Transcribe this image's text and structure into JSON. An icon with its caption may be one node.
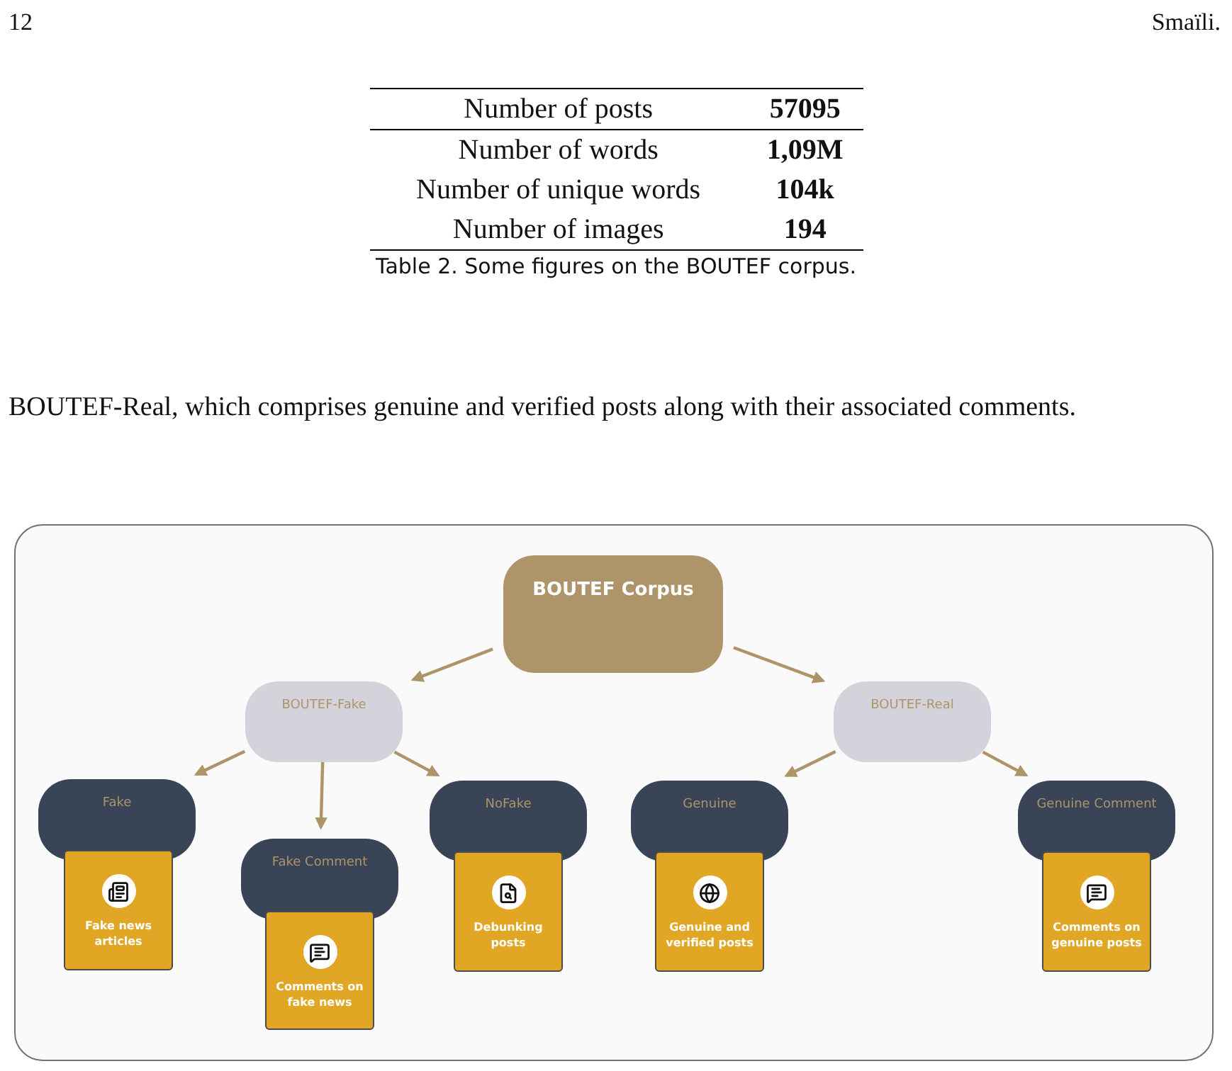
{
  "diagram": {
    "nodes": [
      {
        "text": [
          "BOUTEF Corpus"
        ]
      },
      {
        "text": [
          "BOUTEF-Fake"
        ]
      },
      {
        "text": [
          "BOUTEF-Real"
        ]
      },
      {
        "text": [
          "Fake"
        ]
      },
      {
        "text": [
          "Fake news articles"
        ]
      },
      {
        "text": [
          "Fake Comment"
        ]
      },
      {
        "text": [
          "Comments on fake news"
        ]
      },
      {
        "text": [
          "NoFake"
        ]
      },
      {
        "text": [
          "Debunking posts"
        ]
      },
      {
        "text": [
          "Genuine"
        ]
      },
      {
        "text": [
          "Genuine and verified posts"
        ]
      },
      {
        "text": [
          "Genuine Comment"
        ]
      },
      {
        "text": [
          "Comments on genuine posts"
        ]
      }
    ],
    "edges": [
      {
        "from": 0,
        "to": 1,
        "arrow": "to"
      },
      {
        "from": 0,
        "to": 2,
        "arrow": "to"
      },
      {
        "from": 1,
        "to": 3,
        "arrow": "to"
      },
      {
        "from": 1,
        "to": 5,
        "arrow": "to"
      },
      {
        "from": 1,
        "to": 7,
        "arrow": "to"
      },
      {
        "from": 2,
        "to": 9,
        "arrow": "to"
      },
      {
        "from": 2,
        "to": 11,
        "arrow": "to"
      }
    ],
    "labels": [
      "12",
      "Smaïli.",
      "Number of posts",
      "57095",
      "Number of words",
      "1,09M",
      "Number of unique words",
      "104k",
      "Number of images",
      "194",
      "Table 2.  Some figures on the BOUTEF corpus.",
      "BOUTEF-Real, which comprises genuine and verified posts along with their associated comments."
    ]
  }
}
